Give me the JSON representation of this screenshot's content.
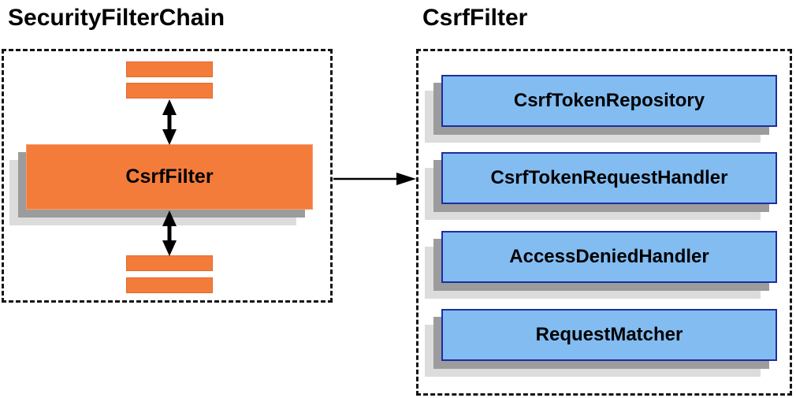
{
  "left_panel": {
    "title": "SecurityFilterChain",
    "filter_label": "CsrfFilter"
  },
  "right_panel": {
    "title": "CsrfFilter",
    "components": [
      "CsrfTokenRepository",
      "CsrfTokenRequestHandler",
      "AccessDeniedHandler",
      "RequestMatcher"
    ]
  },
  "colors": {
    "orange_fill": "#F47C3B",
    "blue_fill": "#82BCF1",
    "blue_border": "#1E2DA0",
    "shadow_mid": "#9C9C9C",
    "shadow_light": "#DCDCDC",
    "dashed_border": "#141414",
    "text": "#000000"
  }
}
